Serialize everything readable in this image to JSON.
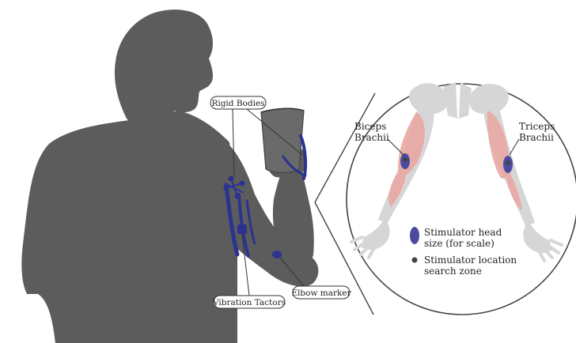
{
  "colors": {
    "silhouette": "#5c5c5c",
    "apparatus": "#2b3391",
    "muscle": "#e9a8a4",
    "bone": "#d6d6d6",
    "stimulator": "#4a4aa0",
    "search_zone": "#444444",
    "magnifier_border": "#444444"
  },
  "labels": {
    "rigid_bodies": "Rigid Bodies",
    "vibration_tactors": "Vibration Tactors",
    "elbow_marker": "Elbow marker"
  },
  "inset": {
    "biceps_line1": "Biceps",
    "biceps_line2": "Brachii",
    "triceps_line1": "Triceps",
    "triceps_line2": "Brachii"
  },
  "legend": {
    "stimulator_head_line1": "Stimulator head",
    "stimulator_head_line2": "size (for scale)",
    "search_zone_line1": "Stimulator location",
    "search_zone_line2": "search zone"
  }
}
